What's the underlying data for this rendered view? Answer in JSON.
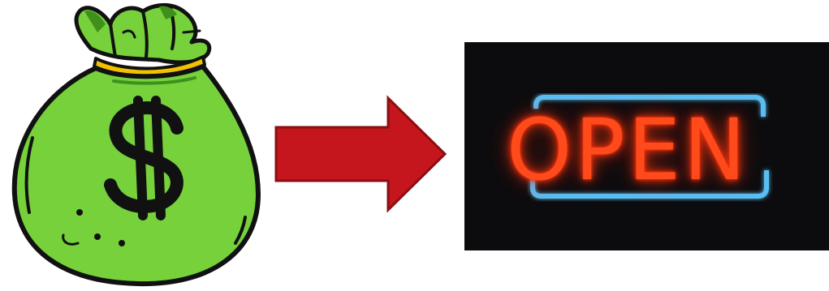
{
  "scene": {
    "description_items": [
      "money-bag",
      "arrow",
      "open-sign"
    ],
    "colors": {
      "bag_green": "#76d13b",
      "bag_dark_green": "#3f8f1c",
      "tie_yellow": "#f2c200",
      "outline": "#111111",
      "arrow_red": "#c4161c",
      "arrow_border": "#8a0e12",
      "sign_background": "#0c0c0e",
      "neon_red": "#ff4a1c",
      "neon_blue": "#5fc8ff"
    },
    "icons": {
      "left": "money-bag-icon",
      "middle": "right-arrow-icon",
      "right": "open-neon-sign"
    }
  },
  "open_sign": {
    "text": "OPEN"
  }
}
